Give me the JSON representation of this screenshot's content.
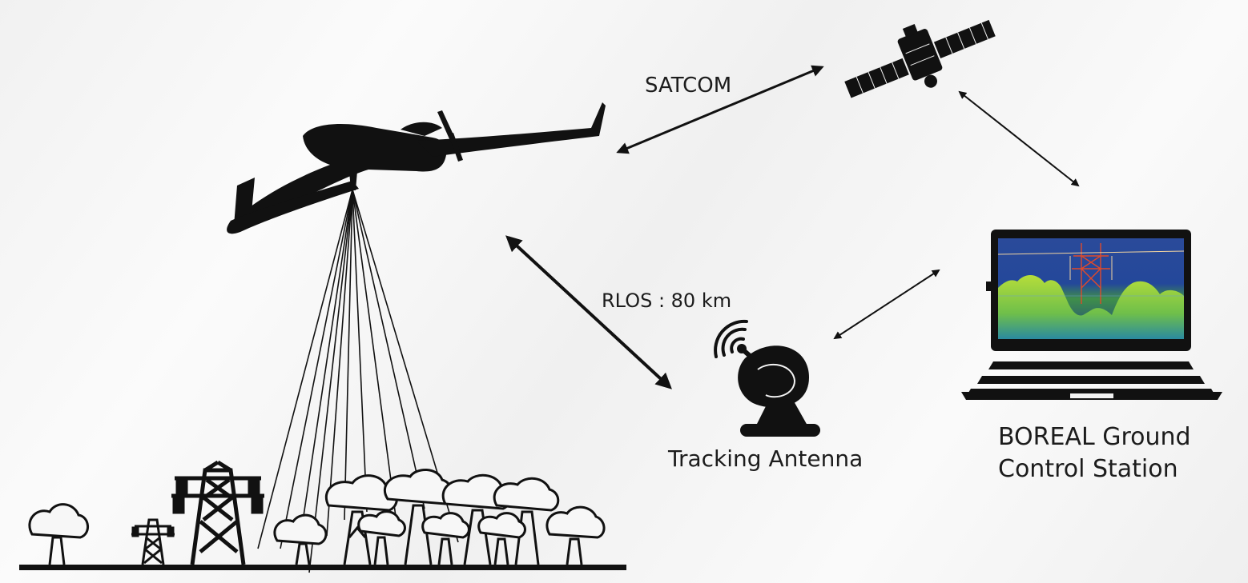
{
  "links": {
    "satcom": "SATCOM",
    "rlos": "RLOS : 80 km"
  },
  "nodes": {
    "tracking_antenna": "Tracking Antenna",
    "ground_station_line1": "BOREAL Ground",
    "ground_station_line2": "Control Station"
  },
  "colors": {
    "silhouette": "#111111",
    "screen_bg": "#1c3f8f",
    "canopy_green": "#8cc63f",
    "tower_red": "#e04a2a"
  },
  "icons": [
    "drone-icon",
    "satellite-icon",
    "tracking-antenna-icon",
    "laptop-icon",
    "power-pylon-icon",
    "tree-icon"
  ]
}
